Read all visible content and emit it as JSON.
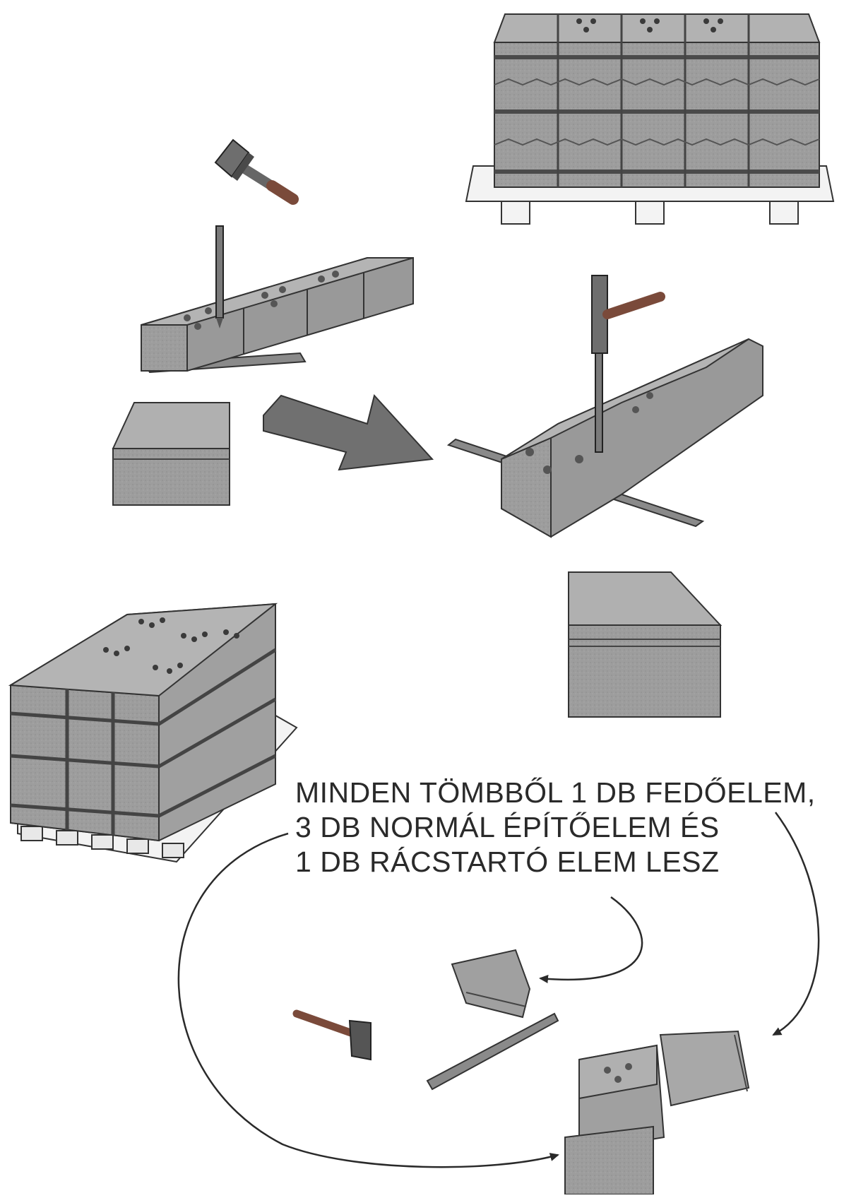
{
  "caption": {
    "lines": [
      "MINDEN TÖMBBŐL 1 DB FEDŐELEM,",
      "3 DB NORMÁL ÉPÍTŐELEM ÉS",
      "1 DB RÁCSTARTÓ ELEM LESZ"
    ]
  },
  "colors": {
    "block_top": "#a9a9a9",
    "block_side": "#8a8a8a",
    "block_front": "#9b9b9b",
    "arrow": "#707070",
    "pallet": "#f2f2f2",
    "line": "#2a2a2a"
  },
  "icons": [
    "hammer-icon",
    "chisel-icon",
    "angle-iron-icon",
    "pallet-icon",
    "arrow-icon"
  ]
}
